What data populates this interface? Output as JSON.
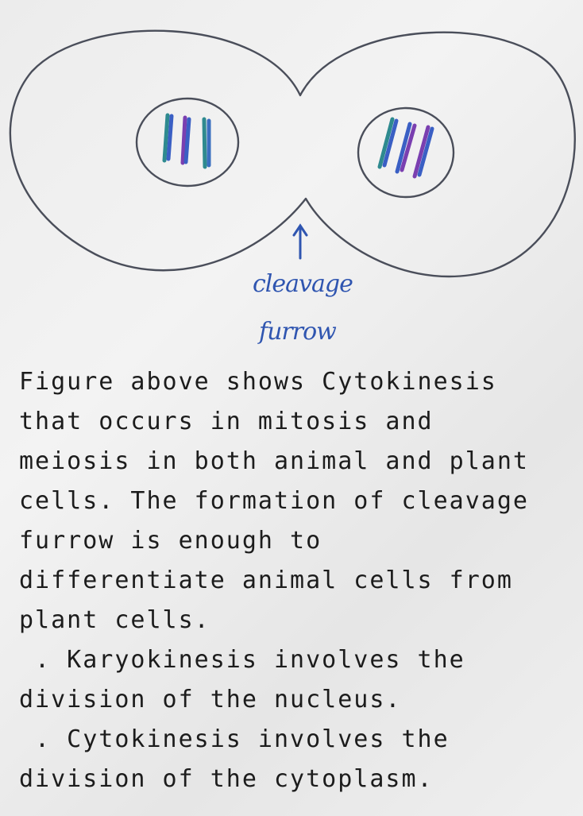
{
  "diagram": {
    "label_line1": "cleavage",
    "label_line2": "furrow",
    "colors": {
      "outline": "#4a4e5a",
      "label": "#2f55b0",
      "chrom_teal": "#2e8a8f",
      "chrom_blue": "#3a5fc4",
      "chrom_purple": "#7a3fb0"
    }
  },
  "text": {
    "lines": [
      "Figure above shows Cytokinesis",
      "that occurs in mitosis and",
      "meiosis in both animal and plant",
      "cells. The formation of cleavage",
      "furrow is enough to",
      "differentiate animal cells from",
      "plant cells.",
      " . Karyokinesis involves the",
      "division of the nucleus.",
      " . Cytokinesis involves the",
      "division of the cytoplasm."
    ]
  }
}
